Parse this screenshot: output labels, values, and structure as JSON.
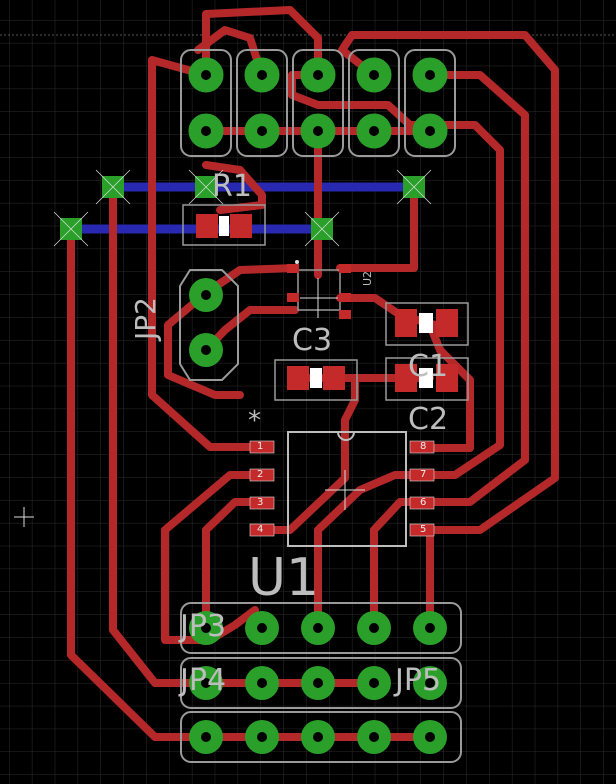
{
  "labels": {
    "r1": "R1",
    "jp2": "JP2",
    "c3": "C3",
    "c1": "C1",
    "c2": "C2",
    "u1": "U1",
    "u2": "U2",
    "jp3": "JP3",
    "jp4": "JP4",
    "jp5": "JP5",
    "star": "*",
    "pin1": "1",
    "pin2": "2",
    "pin3": "3",
    "pin4": "4",
    "pin5": "5",
    "pin6": "6",
    "pin7": "7",
    "pin8": "8"
  },
  "colors": {
    "background": "#000000",
    "grid": "#2b2b2b",
    "trace": "#b5282a",
    "bottom_trace": "#2828b0",
    "pad_copper": "#2aa02a",
    "pad_outline": "#9a9a9a",
    "silkscreen": "#bdbdbd",
    "smd_pad": "#c42a2a"
  }
}
